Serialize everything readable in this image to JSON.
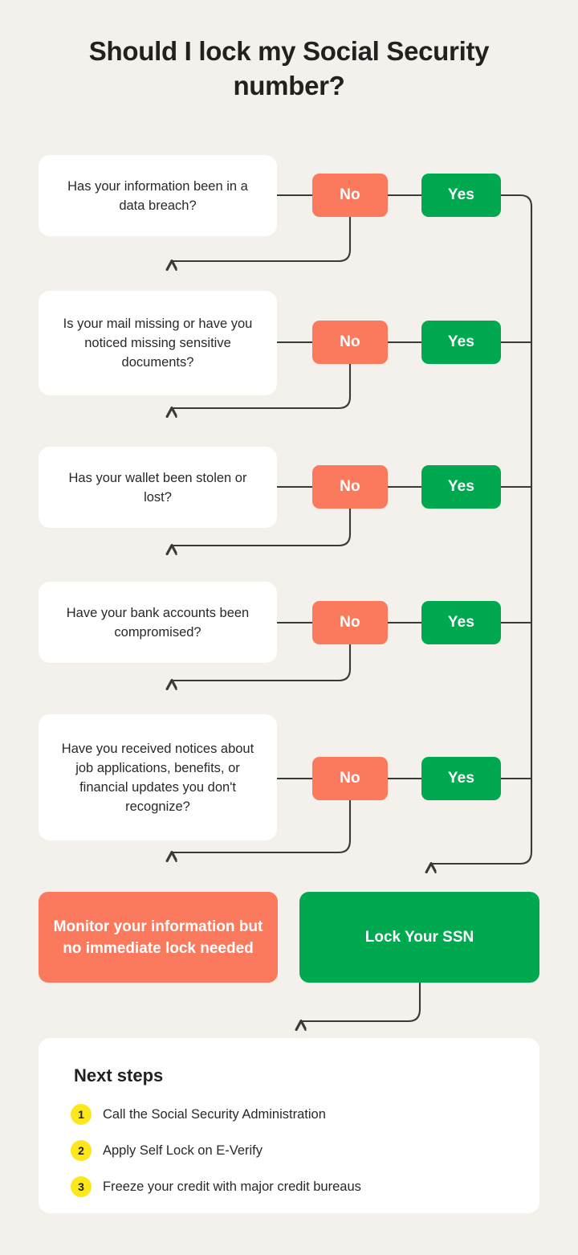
{
  "page": {
    "background_color": "#F4F0EB",
    "title": "Should I lock my Social Security number?"
  },
  "colors": {
    "no_pill": "#FB7A5E",
    "yes_pill": "#00A94F",
    "card": "#FFFFFF",
    "badge": "#FBE71B",
    "connector": "#3A3A38",
    "text": "#2B2927"
  },
  "flow": {
    "questions": [
      {
        "text": "Has your information been in a data breach?",
        "no_label": "No",
        "yes_label": "Yes"
      },
      {
        "text": "Is your mail missing or have you noticed missing sensitive documents?",
        "no_label": "No",
        "yes_label": "Yes"
      },
      {
        "text": "Has your wallet been stolen or lost?",
        "no_label": "No",
        "yes_label": "Yes"
      },
      {
        "text": "Have your bank accounts been compromised?",
        "no_label": "No",
        "yes_label": "Yes"
      },
      {
        "text": "Have you received notices about job applications, benefits, or financial updates you don't recognize?",
        "no_label": "No",
        "yes_label": "Yes"
      }
    ],
    "outcomes": {
      "monitor": "Monitor your information but no immediate lock needed",
      "lock": "Lock Your SSN"
    }
  },
  "next_steps": {
    "heading": "Next steps",
    "items": [
      {
        "number": "1",
        "label": "Call the Social Security Administration"
      },
      {
        "number": "2",
        "label": "Apply Self Lock on E-Verify"
      },
      {
        "number": "3",
        "label": "Freeze your credit with major credit bureaus"
      }
    ]
  }
}
